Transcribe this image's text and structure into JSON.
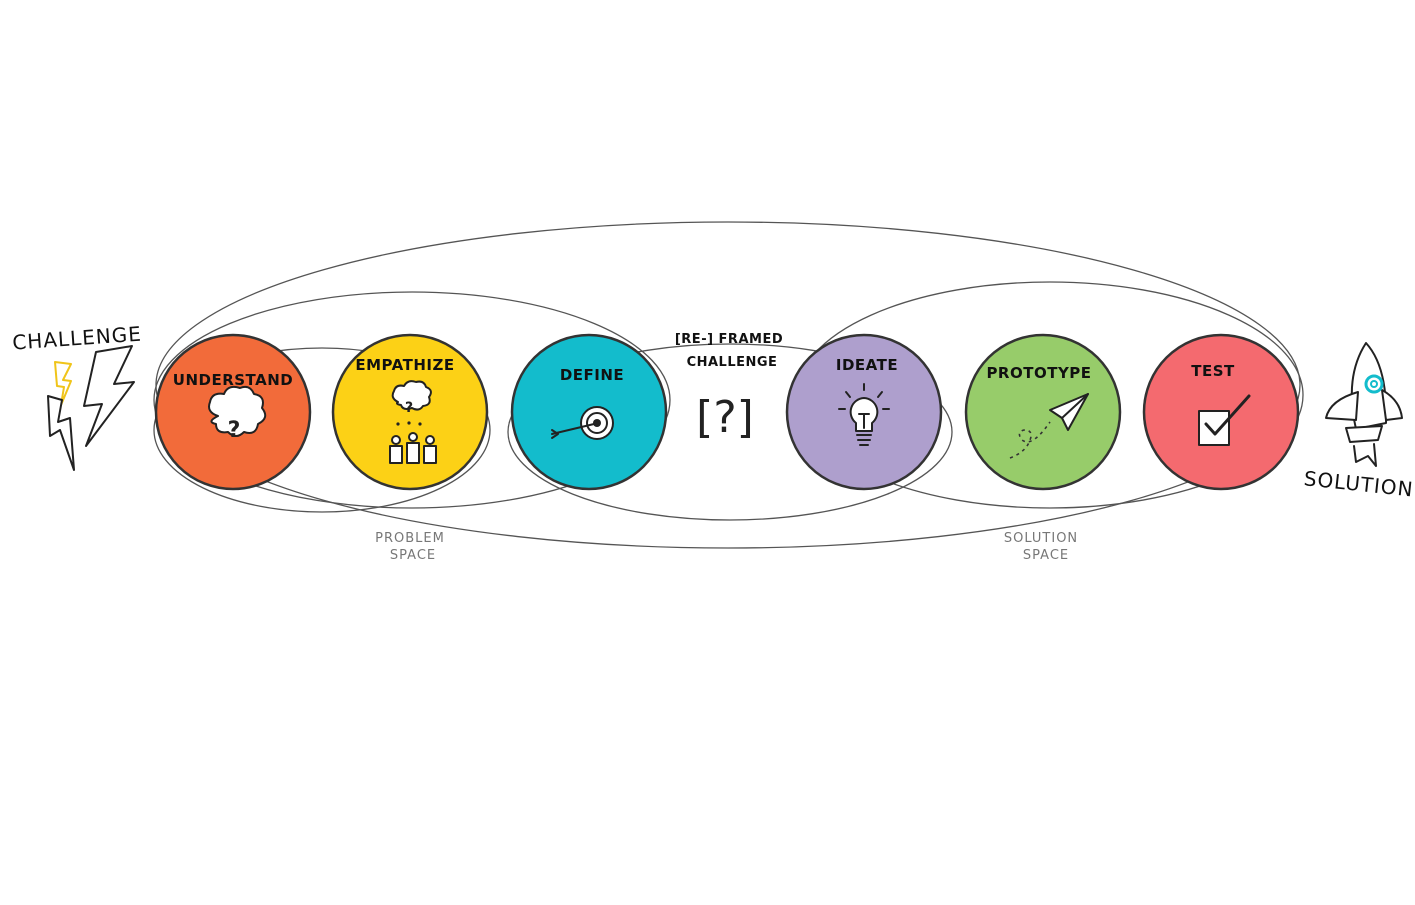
{
  "start": {
    "label": "CHALLENGE",
    "icon": "lightning-bolt-icon"
  },
  "end": {
    "label": "SOLUTION",
    "icon": "rocket-icon"
  },
  "reframed": {
    "line1": "[RE-] FRAMED",
    "line2": "CHALLENGE",
    "symbol": "[?]"
  },
  "stages": [
    {
      "label": "UNDERSTAND",
      "color": "#f26b3a",
      "icon": "thought-cloud-question-icon"
    },
    {
      "label": "EMPATHIZE",
      "color": "#fcd116",
      "icon": "people-thinking-icon"
    },
    {
      "label": "DEFINE",
      "color": "#13bccc",
      "icon": "target-arrow-icon"
    },
    {
      "label": "IDEATE",
      "color": "#ae9fcd",
      "icon": "light-bulb-icon"
    },
    {
      "label": "PROTOTYPE",
      "color": "#97cc6a",
      "icon": "paper-plane-icon"
    },
    {
      "label": "TEST",
      "color": "#f46a6f",
      "icon": "checkbox-checked-icon"
    }
  ],
  "spaces": {
    "problem": {
      "line1": "PROBLEM",
      "line2": "SPACE"
    },
    "solution": {
      "line1": "SOLUTION",
      "line2": "SPACE"
    }
  }
}
